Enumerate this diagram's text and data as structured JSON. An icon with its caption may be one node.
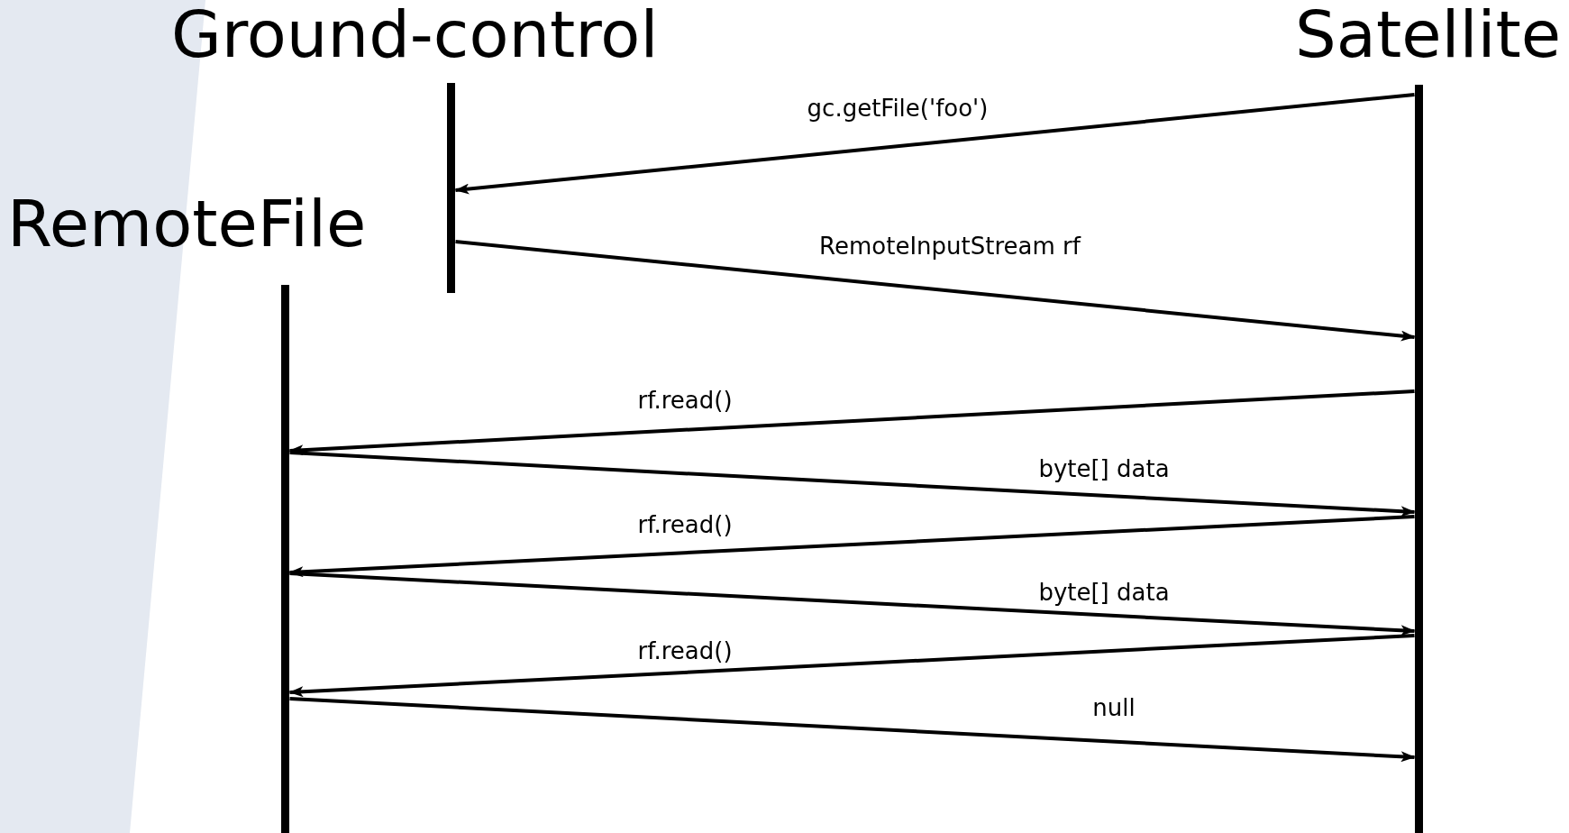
{
  "diagram": {
    "nodes": [
      {
        "text": [
          "Ground-control"
        ]
      },
      {
        "text": [
          "Satellite"
        ]
      },
      {
        "text": [
          "RemoteFile"
        ]
      }
    ],
    "edges": [
      {
        "from": 1,
        "to": 0,
        "arrow": "to",
        "label": "gc.getFile('foo')"
      },
      {
        "from": 0,
        "to": 1,
        "arrow": "to",
        "label": "RemoteInputStream rf"
      },
      {
        "from": 1,
        "to": 2,
        "arrow": "to",
        "label": "rf.read()"
      },
      {
        "from": 2,
        "to": 1,
        "arrow": "to",
        "label": "byte[] data"
      },
      {
        "from": 1,
        "to": 2,
        "arrow": "to",
        "label": "rf.read()"
      },
      {
        "from": 2,
        "to": 1,
        "arrow": "to",
        "label": "byte[] data"
      },
      {
        "from": 1,
        "to": 2,
        "arrow": "to",
        "label": "rf.read()"
      },
      {
        "from": 2,
        "to": 1,
        "arrow": "to",
        "label": "null"
      }
    ]
  }
}
